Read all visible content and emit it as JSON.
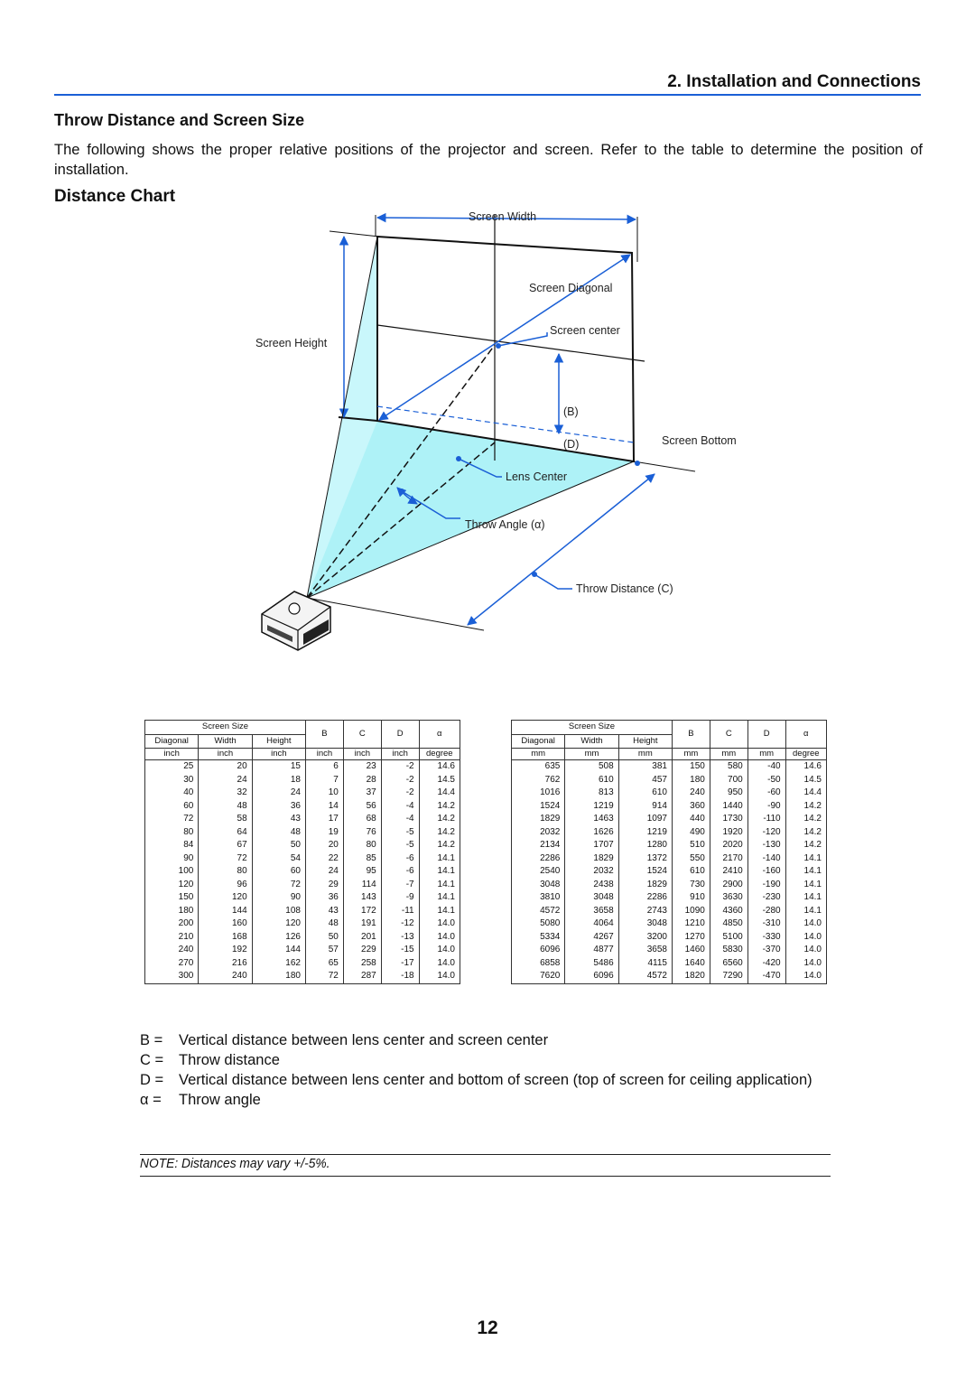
{
  "header": {
    "section_title": "2. Installation and Connections"
  },
  "subtitle": "Throw Distance and Screen Size",
  "intro": "The following shows the proper relative positions of the projector and screen. Refer to the table to determine the position of installation.",
  "chart_heading": "Distance Chart",
  "diagram": {
    "screen_width": "Screen Width",
    "screen_diagonal": "Screen Diagonal",
    "screen_center": "Screen center",
    "screen_height": "Screen Height",
    "b": "(B)",
    "d": "(D)",
    "screen_bottom": "Screen Bottom",
    "lens_center": "Lens Center",
    "throw_angle": "Throw Angle (α)",
    "throw_distance": "Throw Distance (C)"
  },
  "table_inch": {
    "screen_size": "Screen Size",
    "headers": [
      "Diagonal",
      "Width",
      "Height",
      "B",
      "C",
      "D",
      "α"
    ],
    "units": [
      "inch",
      "inch",
      "inch",
      "inch",
      "inch",
      "inch",
      "degree"
    ],
    "rows": [
      [
        "25",
        "20",
        "15",
        "6",
        "23",
        "-2",
        "14.6"
      ],
      [
        "30",
        "24",
        "18",
        "7",
        "28",
        "-2",
        "14.5"
      ],
      [
        "40",
        "32",
        "24",
        "10",
        "37",
        "-2",
        "14.4"
      ],
      [
        "60",
        "48",
        "36",
        "14",
        "56",
        "-4",
        "14.2"
      ],
      [
        "72",
        "58",
        "43",
        "17",
        "68",
        "-4",
        "14.2"
      ],
      [
        "80",
        "64",
        "48",
        "19",
        "76",
        "-5",
        "14.2"
      ],
      [
        "84",
        "67",
        "50",
        "20",
        "80",
        "-5",
        "14.2"
      ],
      [
        "90",
        "72",
        "54",
        "22",
        "85",
        "-6",
        "14.1"
      ],
      [
        "100",
        "80",
        "60",
        "24",
        "95",
        "-6",
        "14.1"
      ],
      [
        "120",
        "96",
        "72",
        "29",
        "114",
        "-7",
        "14.1"
      ],
      [
        "150",
        "120",
        "90",
        "36",
        "143",
        "-9",
        "14.1"
      ],
      [
        "180",
        "144",
        "108",
        "43",
        "172",
        "-11",
        "14.1"
      ],
      [
        "200",
        "160",
        "120",
        "48",
        "191",
        "-12",
        "14.0"
      ],
      [
        "210",
        "168",
        "126",
        "50",
        "201",
        "-13",
        "14.0"
      ],
      [
        "240",
        "192",
        "144",
        "57",
        "229",
        "-15",
        "14.0"
      ],
      [
        "270",
        "216",
        "162",
        "65",
        "258",
        "-17",
        "14.0"
      ],
      [
        "300",
        "240",
        "180",
        "72",
        "287",
        "-18",
        "14.0"
      ]
    ]
  },
  "table_mm": {
    "screen_size": "Screen Size",
    "headers": [
      "Diagonal",
      "Width",
      "Height",
      "B",
      "C",
      "D",
      "α"
    ],
    "units": [
      "mm",
      "mm",
      "mm",
      "mm",
      "mm",
      "mm",
      "degree"
    ],
    "rows": [
      [
        "635",
        "508",
        "381",
        "150",
        "580",
        "-40",
        "14.6"
      ],
      [
        "762",
        "610",
        "457",
        "180",
        "700",
        "-50",
        "14.5"
      ],
      [
        "1016",
        "813",
        "610",
        "240",
        "950",
        "-60",
        "14.4"
      ],
      [
        "1524",
        "1219",
        "914",
        "360",
        "1440",
        "-90",
        "14.2"
      ],
      [
        "1829",
        "1463",
        "1097",
        "440",
        "1730",
        "-110",
        "14.2"
      ],
      [
        "2032",
        "1626",
        "1219",
        "490",
        "1920",
        "-120",
        "14.2"
      ],
      [
        "2134",
        "1707",
        "1280",
        "510",
        "2020",
        "-130",
        "14.2"
      ],
      [
        "2286",
        "1829",
        "1372",
        "550",
        "2170",
        "-140",
        "14.1"
      ],
      [
        "2540",
        "2032",
        "1524",
        "610",
        "2410",
        "-160",
        "14.1"
      ],
      [
        "3048",
        "2438",
        "1829",
        "730",
        "2900",
        "-190",
        "14.1"
      ],
      [
        "3810",
        "3048",
        "2286",
        "910",
        "3630",
        "-230",
        "14.1"
      ],
      [
        "4572",
        "3658",
        "2743",
        "1090",
        "4360",
        "-280",
        "14.1"
      ],
      [
        "5080",
        "4064",
        "3048",
        "1210",
        "4850",
        "-310",
        "14.0"
      ],
      [
        "5334",
        "4267",
        "3200",
        "1270",
        "5100",
        "-330",
        "14.0"
      ],
      [
        "6096",
        "4877",
        "3658",
        "1460",
        "5830",
        "-370",
        "14.0"
      ],
      [
        "6858",
        "5486",
        "4115",
        "1640",
        "6560",
        "-420",
        "14.0"
      ],
      [
        "7620",
        "6096",
        "4572",
        "1820",
        "7290",
        "-470",
        "14.0"
      ]
    ]
  },
  "legend": [
    {
      "key": "B =",
      "text": "Vertical distance between lens center and screen center"
    },
    {
      "key": "C =",
      "text": "Throw distance"
    },
    {
      "key": "D =",
      "text": "Vertical distance between lens center and bottom of screen (top of screen for ceiling application)"
    },
    {
      "key": "α =",
      "text": "Throw angle"
    }
  ],
  "note": "NOTE: Distances may vary +/-5%.",
  "page_number": "12"
}
